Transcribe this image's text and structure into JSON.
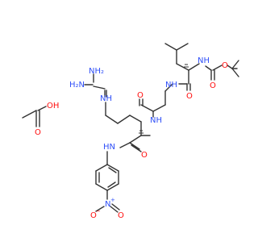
{
  "colors": {
    "bond": "#333333",
    "nitrogen": "#3050f8",
    "oxygen": "#ff0d0d",
    "carbon_label": "#333333",
    "background": "#ffffff"
  },
  "labels": {
    "acetic_oh": "OH",
    "acetic_o": "O",
    "arg_guan_nh2_upper": "NH₂",
    "arg_guan_nh": "NH",
    "arg_guan_nh2_left": "H₂N",
    "arg_amide_nh": "NH",
    "arg_nh": "NH",
    "anilide_hn": "HN",
    "arg_carbonyl_o": "O",
    "gly_carbonyl_o": "O",
    "leu_nh": "NH",
    "leu_carbonyl_o": "O",
    "boc_nh": "NH",
    "boc_carbonyl_o": "O",
    "boc_ester_o": "O",
    "nitro_n": "N",
    "nitro_plus": "+",
    "nitro_o_left": "O",
    "nitro_o_minus": "−",
    "nitro_o_right": "O"
  }
}
